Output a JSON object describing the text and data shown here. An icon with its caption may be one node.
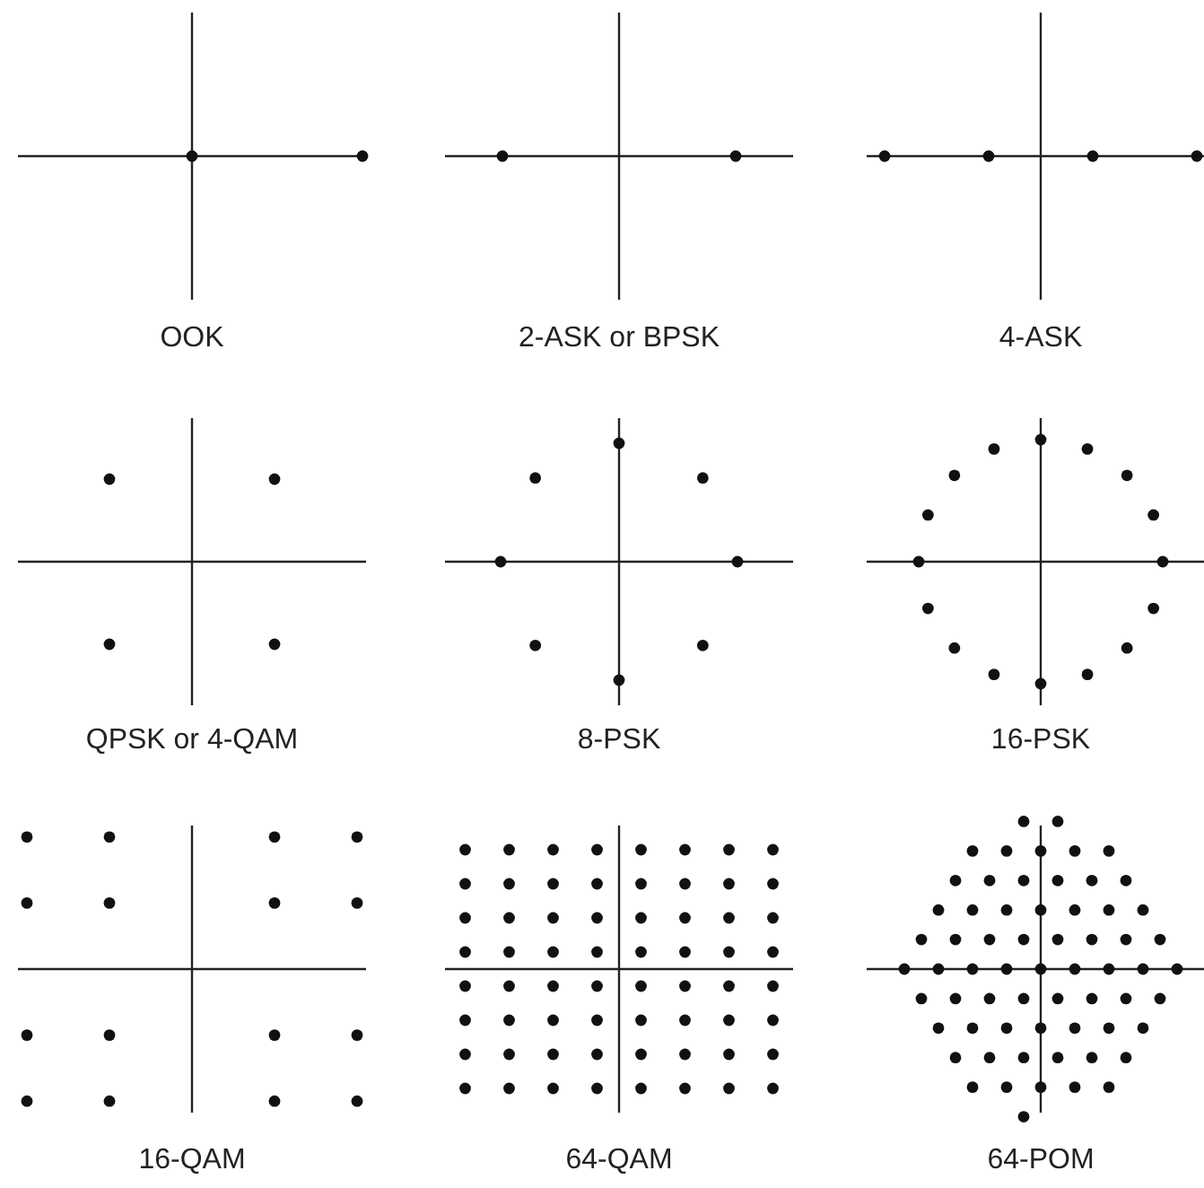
{
  "diagram": {
    "labels": [
      "OOK",
      "2-ASK or BPSK",
      "4-ASK",
      "QPSK or 4-QAM",
      "8-PSK",
      "16-PSK",
      "16-QAM",
      "64-QAM",
      "64-POM"
    ]
  }
}
